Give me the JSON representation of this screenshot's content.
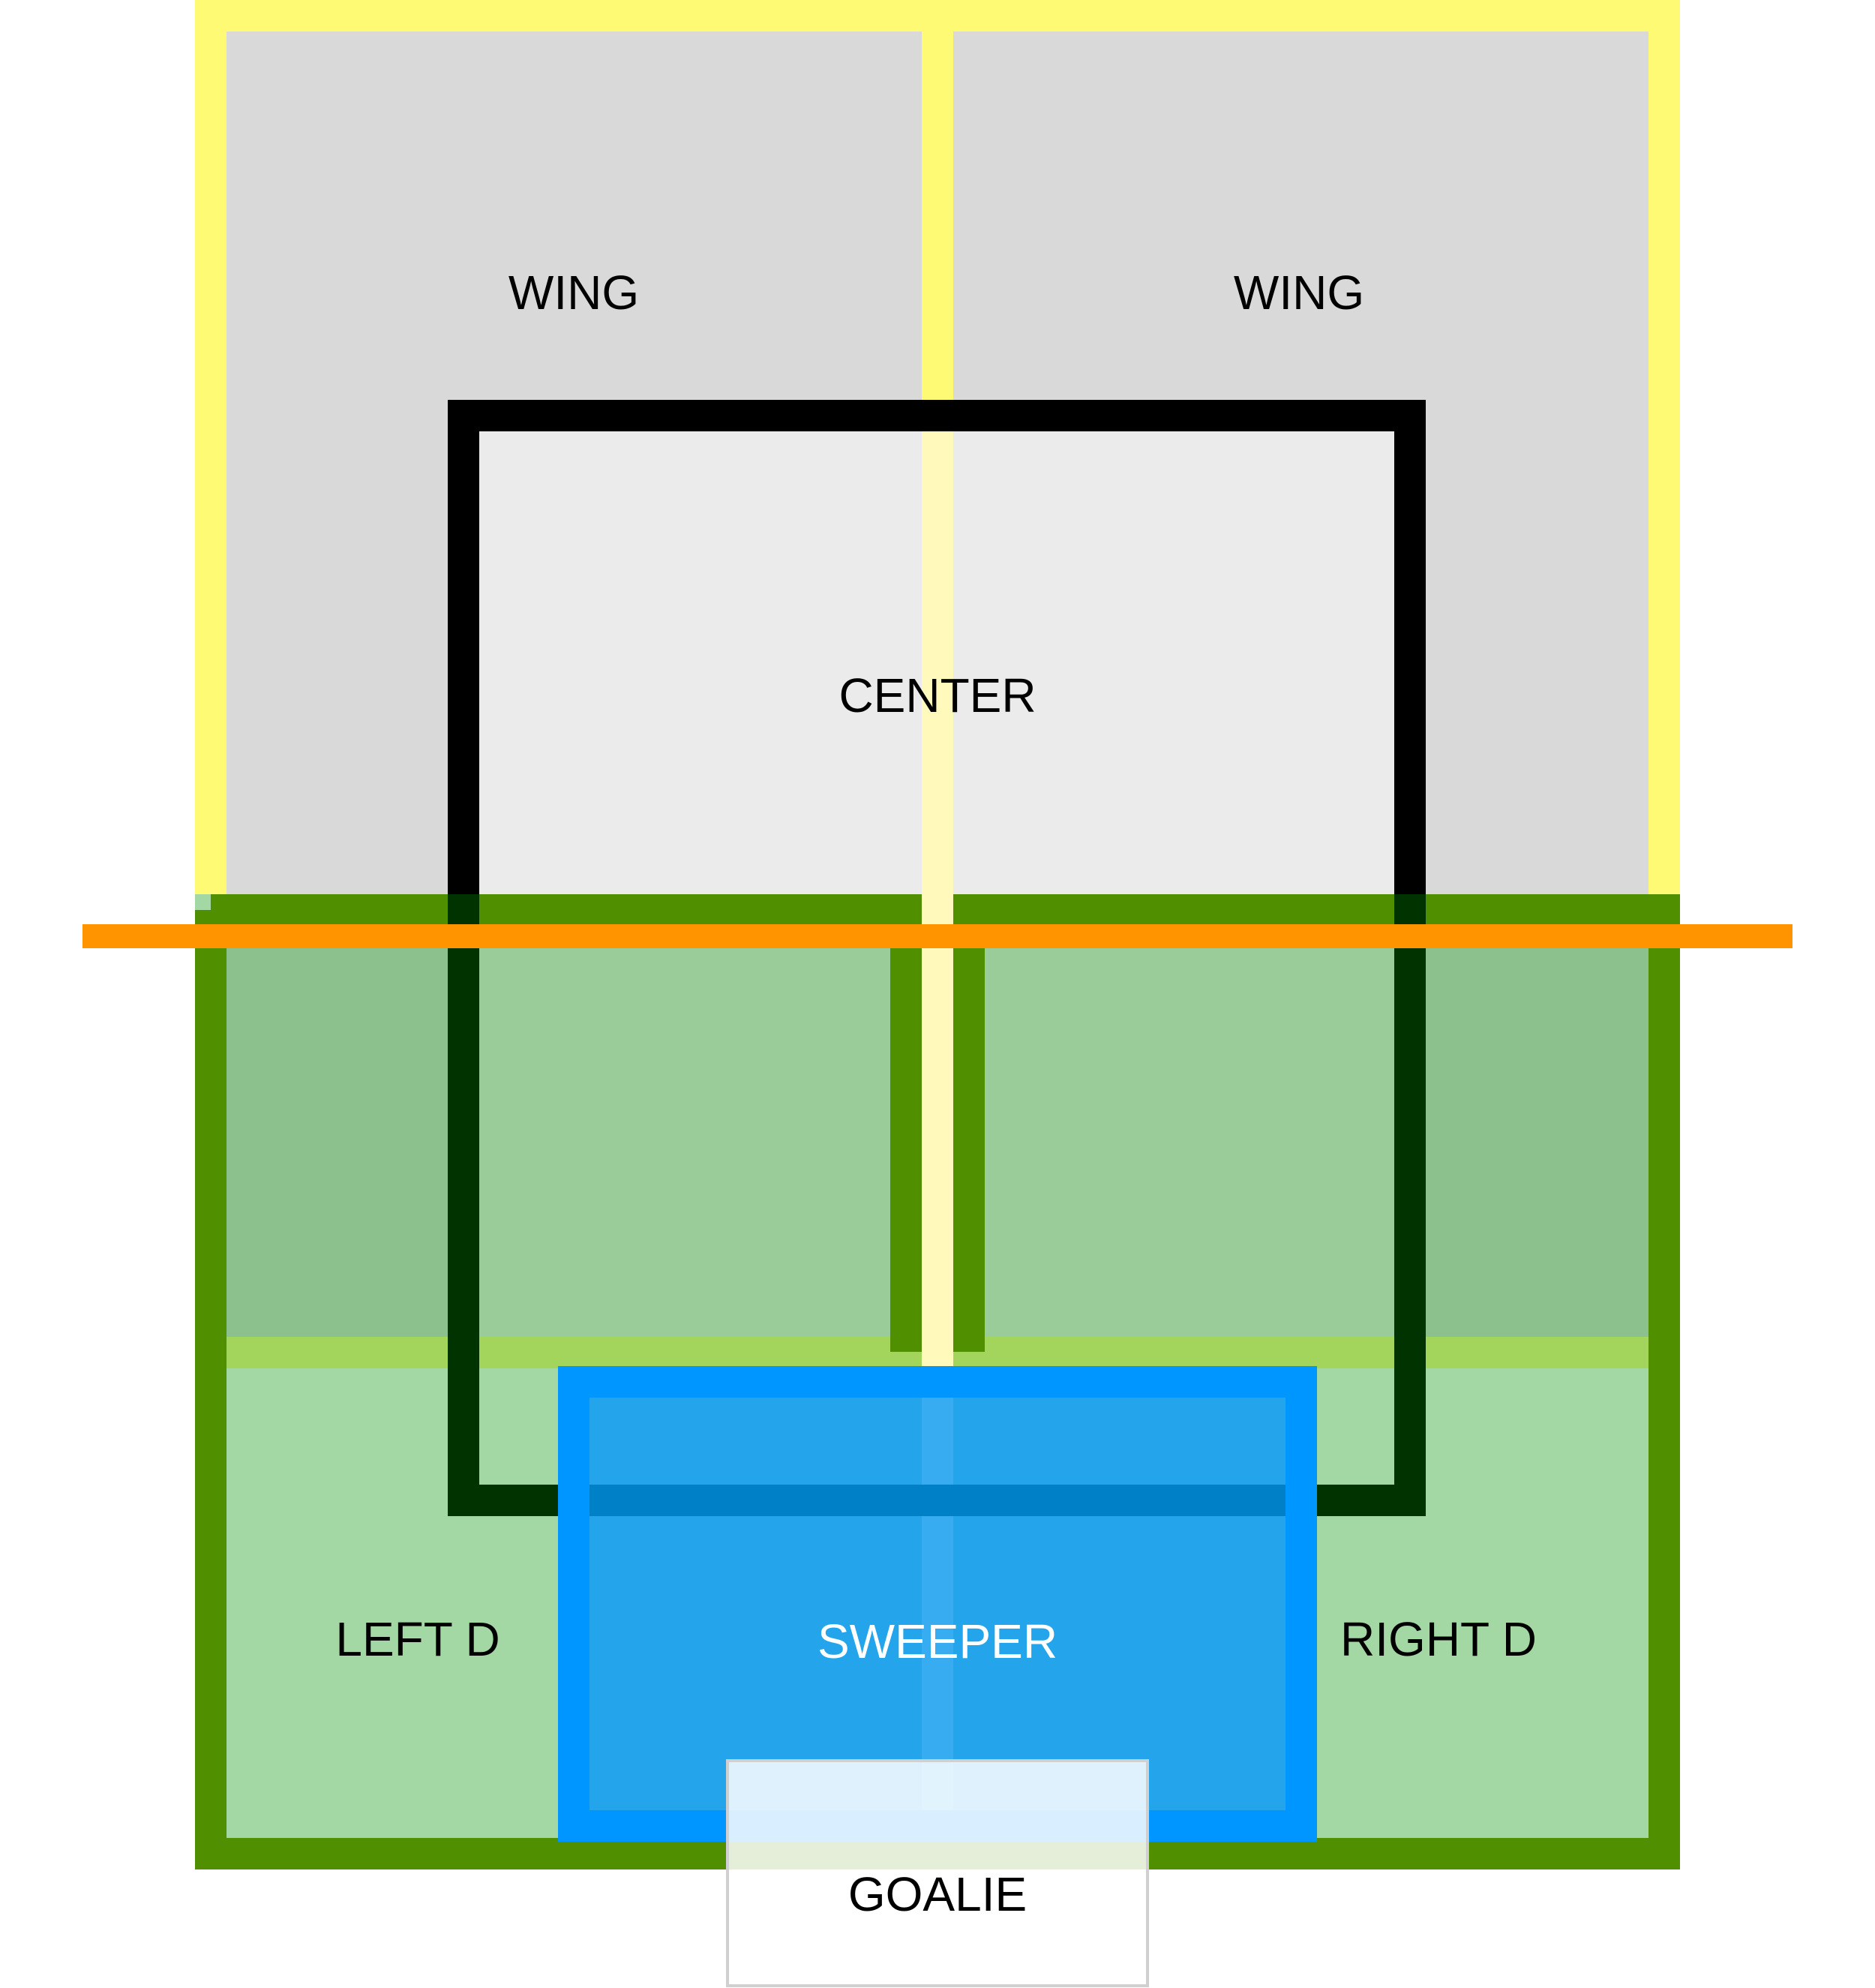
{
  "zones": {
    "wing_left": {
      "label": "WING",
      "fill": "#d9d9d9",
      "border": "#fffa73"
    },
    "wing_right": {
      "label": "WING",
      "fill": "#d9d9d9",
      "border": "#fffa73"
    },
    "center": {
      "label": "CENTER",
      "fill": "#ebebeb",
      "border": "#000000"
    },
    "left_d": {
      "label": "LEFT D",
      "fill": "#a3d7a3",
      "border": "#4f8f00"
    },
    "right_d": {
      "label": "RIGHT D",
      "fill": "#a3d7a3",
      "border": "#4f8f00"
    },
    "sweeper": {
      "label": "SWEEPER",
      "fill": "#1a9ef0",
      "border": "#0096ff",
      "label_color": "#ffffff"
    },
    "goalie": {
      "label": "GOALIE",
      "fill": "#ffffff",
      "border": "#d0d0d0"
    }
  },
  "colors": {
    "midfield_line": "#ff9400",
    "center_divider": "#fffa73",
    "overlap_zone": "#8cc08c",
    "defense_top_band": "#a3d45c",
    "center_border_overlap": "#003300"
  }
}
